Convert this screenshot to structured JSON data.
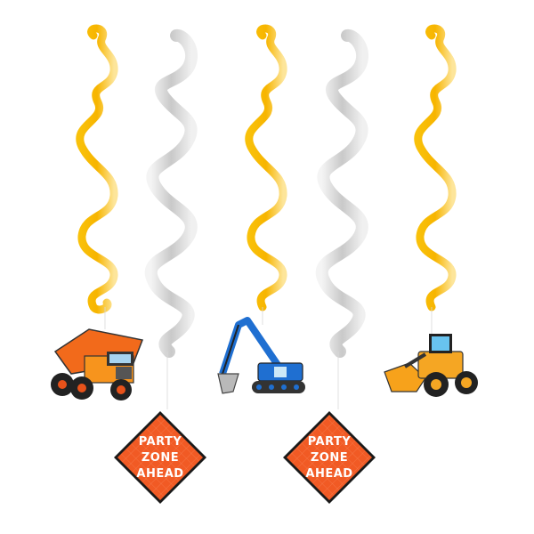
{
  "product": {
    "description": "Construction party hanging swirl decorations",
    "colors": {
      "yellow_swirl": "#f7b500",
      "silver_swirl": "#d4d4d4",
      "sign_orange": "#f15a24",
      "dump_truck": "#f26a1b",
      "excavator": "#1f6fd1",
      "loader": "#f5a623"
    }
  },
  "swirls": [
    {
      "id": 1,
      "color": "yellow",
      "attachment": "dump-truck"
    },
    {
      "id": 2,
      "color": "silver",
      "attachment": "party-sign"
    },
    {
      "id": 3,
      "color": "yellow",
      "attachment": "excavator"
    },
    {
      "id": 4,
      "color": "silver",
      "attachment": "party-sign"
    },
    {
      "id": 5,
      "color": "yellow",
      "attachment": "wheel-loader"
    }
  ],
  "signs": [
    {
      "line1": "PARTY",
      "line2": "ZONE",
      "line3": "AHEAD"
    },
    {
      "line1": "PARTY",
      "line2": "ZONE",
      "line3": "AHEAD"
    }
  ]
}
